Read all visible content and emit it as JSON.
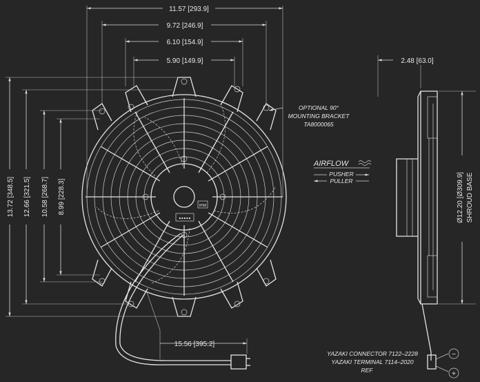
{
  "dimensions": {
    "overall_width": "11.57 [293.9]",
    "bolt_span_wide": "9.72 [246.9]",
    "bolt_span_mid": "6.10 [154.9]",
    "bolt_span_narrow": "5.90 [149.9]",
    "overall_height": "13.72 [348.5]",
    "height_2": "12.66 [321.5]",
    "height_3": "10.58 [268.7]",
    "height_4": "8.99 [228.3]",
    "depth": "2.48 [63.0]",
    "shroud_diameter": "Ø12.20 [Ø309.9]",
    "shroud_label": "SHROUD BASE",
    "lead_length": "15.56 [395.2]"
  },
  "notes": {
    "bracket_line1": "OPTIONAL 90°",
    "bracket_line2": "MOUNTING BRACKET",
    "bracket_line3": "TA8000065",
    "airflow": "AIRFLOW",
    "pusher": "PUSHER",
    "puller": "PULLER",
    "connector_line1": "YAZAKI CONNECTOR 7122–2228",
    "connector_line2": "YAZAKI TERMINAL 7114–2020",
    "connector_line3": "REF",
    "minus_symbol": "−",
    "plus_symbol": "+"
  },
  "hub_labels": {
    "label_small": "IP68",
    "label_brand": "■ ■ ■ ■ ■"
  },
  "colors": {
    "background": "#262626",
    "lines": "#e6e6e6"
  }
}
